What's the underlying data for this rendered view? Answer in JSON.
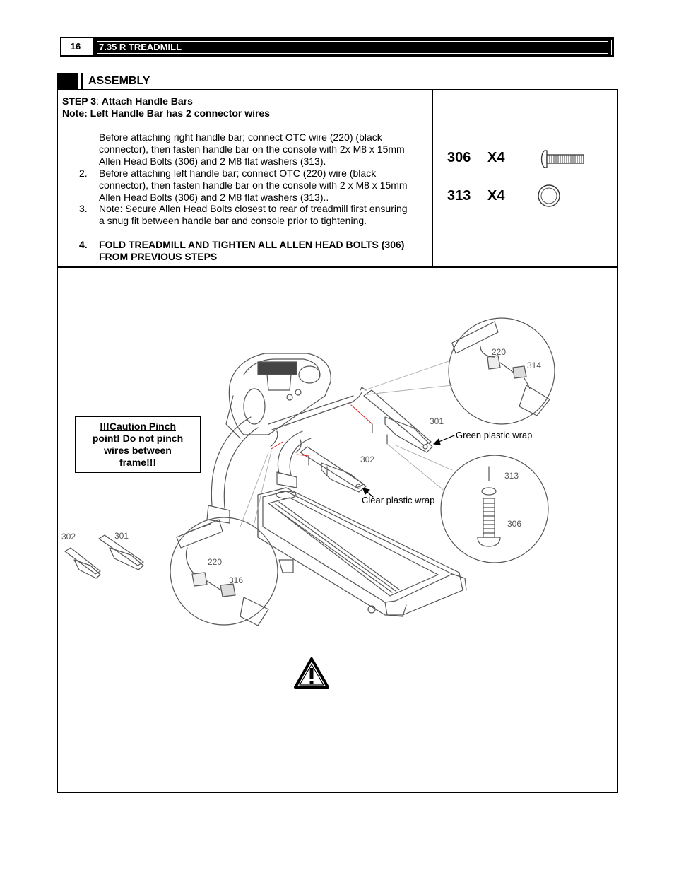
{
  "header": {
    "page_number": "16",
    "title": "7.35 R TREADMILL"
  },
  "section": {
    "title": "ASSEMBLY"
  },
  "step": {
    "label": "STEP 3",
    "colon": ": ",
    "title": "Attach Handle Bars",
    "note": "Note: Left Handle Bar has 2 connector wires",
    "items": [
      {
        "number": "",
        "lines": [
          "Before attaching right handle bar; connect OTC wire (220) (black",
          "connector), then fasten handle bar on the console with 2x M8 x 15mm",
          "Allen Head Bolts (306) and 2 M8 flat washers (313)."
        ]
      },
      {
        "number": "2.",
        "lines": [
          "Before attaching left handle bar; connect OTC (220) wire (black",
          "connector), then fasten handle bar on the console with 2 x M8 x 15mm",
          "Allen Head Bolts (306) and 2 M8 flat washers (313).."
        ]
      },
      {
        "number": "3.",
        "lines": [
          "Note:  Secure Allen Head Bolts closest to rear of treadmill first ensuring",
          "a snug fit between handle bar and console prior to tightening."
        ]
      },
      {
        "number": "4.",
        "lines": [
          "FOLD TREADMILL AND TIGHTEN ALL ALLEN HEAD BOLTS (306)",
          "FROM PREVIOUS STEPS"
        ]
      }
    ]
  },
  "hardware": [
    {
      "part": "306",
      "qty": "X4",
      "icon": "bolt-icon"
    },
    {
      "part": "313",
      "qty": "X4",
      "icon": "washer-icon"
    }
  ],
  "caution": {
    "lines": [
      "!!!Caution Pinch",
      "point! Do not pinch",
      "wires between",
      "frame!!!"
    ]
  },
  "diagram": {
    "callouts": {
      "green_wrap": "Green plastic wrap",
      "clear_wrap": "Clear plastic wrap"
    },
    "part_labels": {
      "p220a": "220",
      "p314": "314",
      "p301a": "301",
      "p302a": "302",
      "p313": "313",
      "p306": "306",
      "p302b": "302",
      "p301b": "301",
      "p220b": "220",
      "p316": "316"
    },
    "warning_icon": "warning-triangle-icon"
  }
}
